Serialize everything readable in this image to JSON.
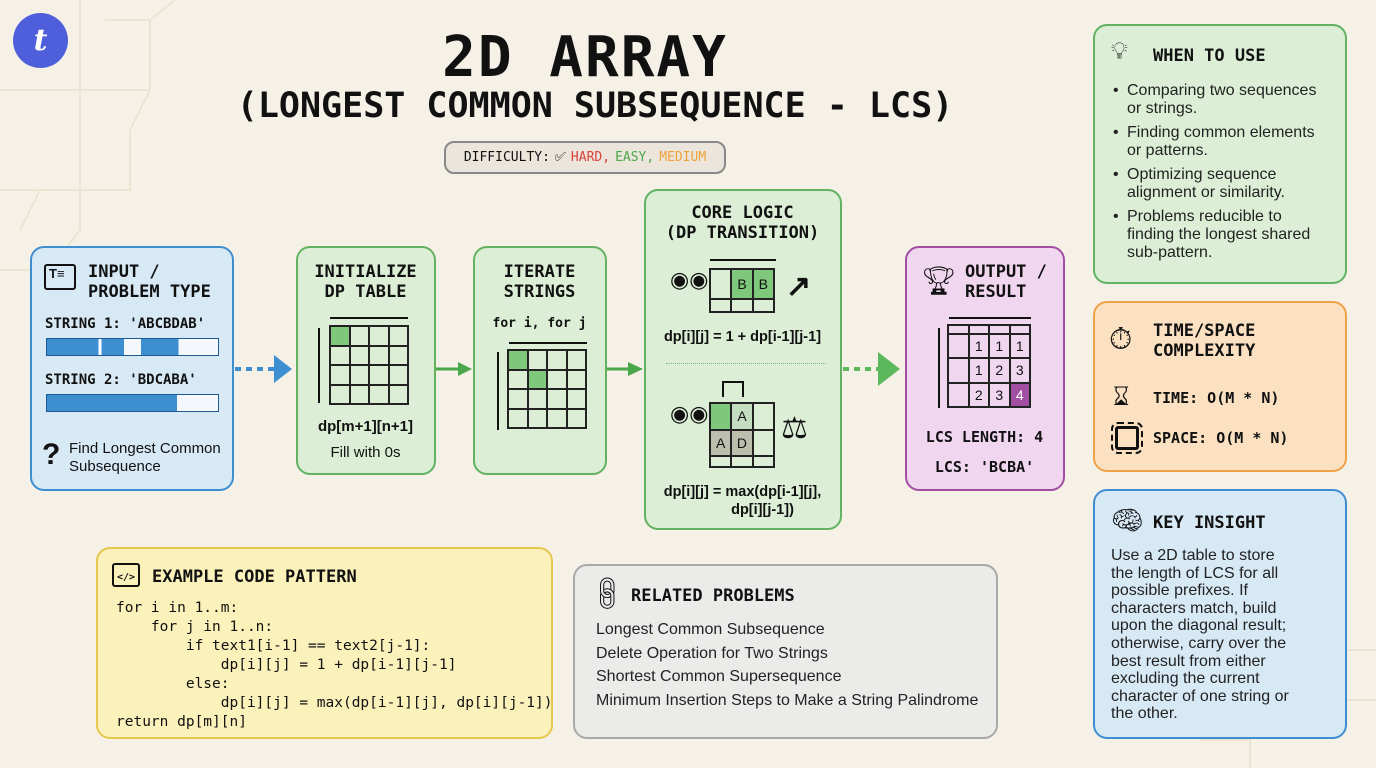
{
  "logo": {
    "letter": "t",
    "color": "#4f5fdc"
  },
  "title": "2D ARRAY",
  "subtitle": "(LONGEST COMMON SUBSEQUENCE - LCS)",
  "difficulty": {
    "label": "DIFFICULTY:",
    "hard": "HARD,",
    "easy": "EASY,",
    "medium": "MEDIUM",
    "colors": {
      "hard": "#d9403a",
      "easy": "#4aa84a",
      "medium": "#eea23a"
    }
  },
  "input": {
    "title_1": "INPUT /",
    "title_2": "PROBLEM TYPE",
    "string1": "STRING 1: 'ABCBDAB'",
    "string2": "STRING 2: 'BDCABA'",
    "goal_1": "Find Longest Common",
    "goal_2": "Subsequence"
  },
  "init": {
    "title_1": "INITIALIZE",
    "title_2": "DP TABLE",
    "size": "dp[m+1][n+1]",
    "fill": "Fill with 0s"
  },
  "iterate": {
    "title_1": "ITERATE",
    "title_2": "STRINGS",
    "loop": "for i, for j"
  },
  "core": {
    "title_1": "CORE LOGIC",
    "title_2": "(DP TRANSITION)",
    "match_cells": [
      "",
      "B",
      "B",
      "",
      "",
      ""
    ],
    "match_formula": "dp[i][j] = 1 + dp[i-1][j-1]",
    "mismatch_cells": [
      "",
      "A",
      "",
      "A",
      "D",
      "",
      "",
      "",
      ""
    ],
    "mismatch_formula_1": "dp[i][j] = max(dp[i-1][j],",
    "mismatch_formula_2": "dp[i][j-1])"
  },
  "output": {
    "title_1": "OUTPUT /",
    "title_2": "RESULT",
    "cells": [
      "",
      "",
      "",
      "",
      "",
      "1",
      "1",
      "1",
      "",
      "1",
      "2",
      "3",
      "",
      "2",
      "3",
      "4"
    ],
    "length": "LCS LENGTH: 4",
    "lcs": "LCS: 'BCBA'"
  },
  "when": {
    "title": "WHEN TO USE",
    "items": [
      [
        "Comparing two sequences",
        "or strings."
      ],
      [
        "Finding common elements",
        "or patterns."
      ],
      [
        "Optimizing sequence",
        "alignment or similarity."
      ],
      [
        "Problems reducible to",
        "finding the longest shared",
        "sub-pattern."
      ]
    ]
  },
  "complexity": {
    "title_1": "TIME/SPACE",
    "title_2": "COMPLEXITY",
    "time": "TIME: O(M * N)",
    "space": "SPACE: O(M * N)"
  },
  "insight": {
    "title": "KEY INSIGHT",
    "lines": [
      "Use a 2D table to store",
      "the length of LCS for all",
      "possible prefixes. If",
      "characters match, build",
      "upon the diagonal result;",
      "otherwise, carry over the",
      "best result from either",
      "excluding the current",
      "character of one string or",
      "the other."
    ]
  },
  "code": {
    "title": "EXAMPLE CODE PATTERN",
    "lines": [
      "for i in 1..m:",
      "    for j in 1..n:",
      "        if text1[i-1] == text2[j-1]:",
      "            dp[i][j] = 1 + dp[i-1][j-1]",
      "        else:",
      "            dp[i][j] = max(dp[i-1][j], dp[i][j-1])",
      "return dp[m][n]"
    ]
  },
  "related": {
    "title": "RELATED PROBLEMS",
    "items": [
      "Longest Common Subsequence",
      "Delete Operation for Two Strings",
      "Shortest Common Supersequence",
      "Minimum Insertion Steps to Make a String Palindrome"
    ]
  }
}
